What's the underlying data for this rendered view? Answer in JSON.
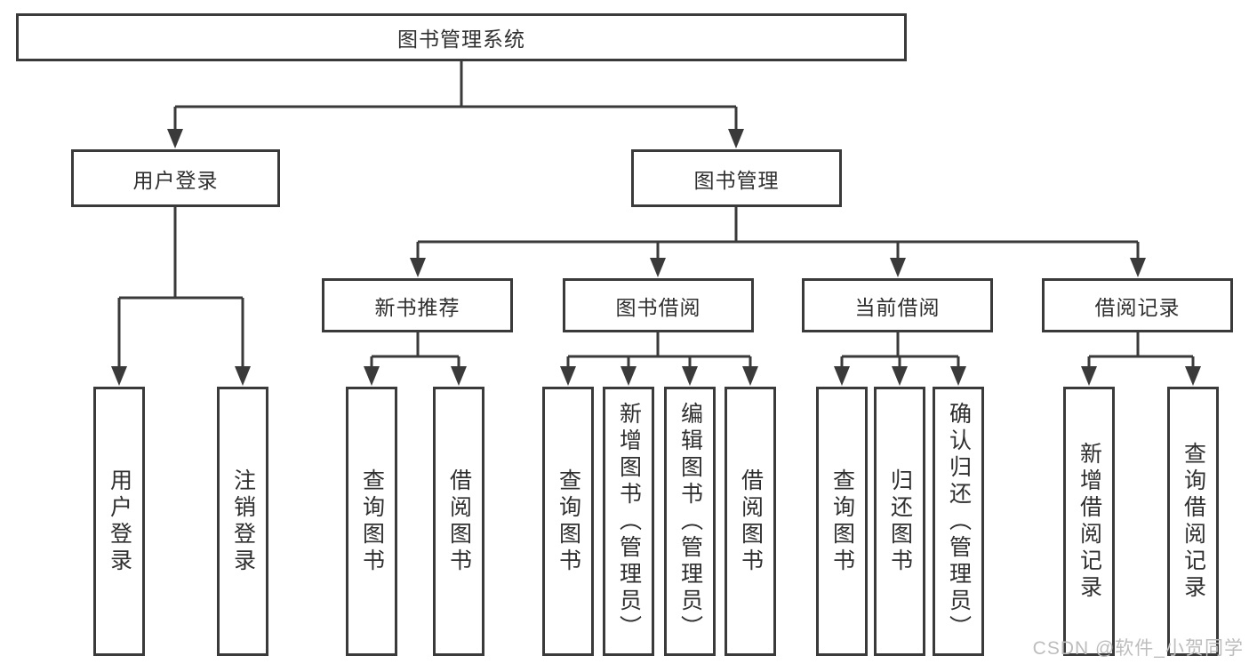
{
  "diagram": {
    "nodes": {
      "root": "图书管理系统",
      "user_login": "用户登录",
      "book_mgmt": "图书管理",
      "new_books": "新书推荐",
      "book_borrow": "图书借阅",
      "current_borrow": "当前借阅",
      "borrow_records": "借阅记录"
    },
    "leaves": {
      "user_login": [
        "用户登录",
        "注销登录"
      ],
      "new_books": [
        "查询图书",
        "借阅图书"
      ],
      "book_borrow": [
        "查询图书",
        "新增图书（管理员）",
        "编辑图书（管理员）",
        "借阅图书"
      ],
      "current_borrow": [
        "查询图书",
        "归还图书",
        "确认归还（管理员）"
      ],
      "borrow_records": [
        "新增借阅记录",
        "查询借阅记录"
      ]
    },
    "watermark": "CSDN @软件_小贺同学",
    "colors": {
      "line": "#3a3a3a",
      "box_border": "#3a3a3a",
      "text": "#2f2f2f",
      "watermark": "#bdbdbd",
      "background": "#ffffff"
    }
  }
}
